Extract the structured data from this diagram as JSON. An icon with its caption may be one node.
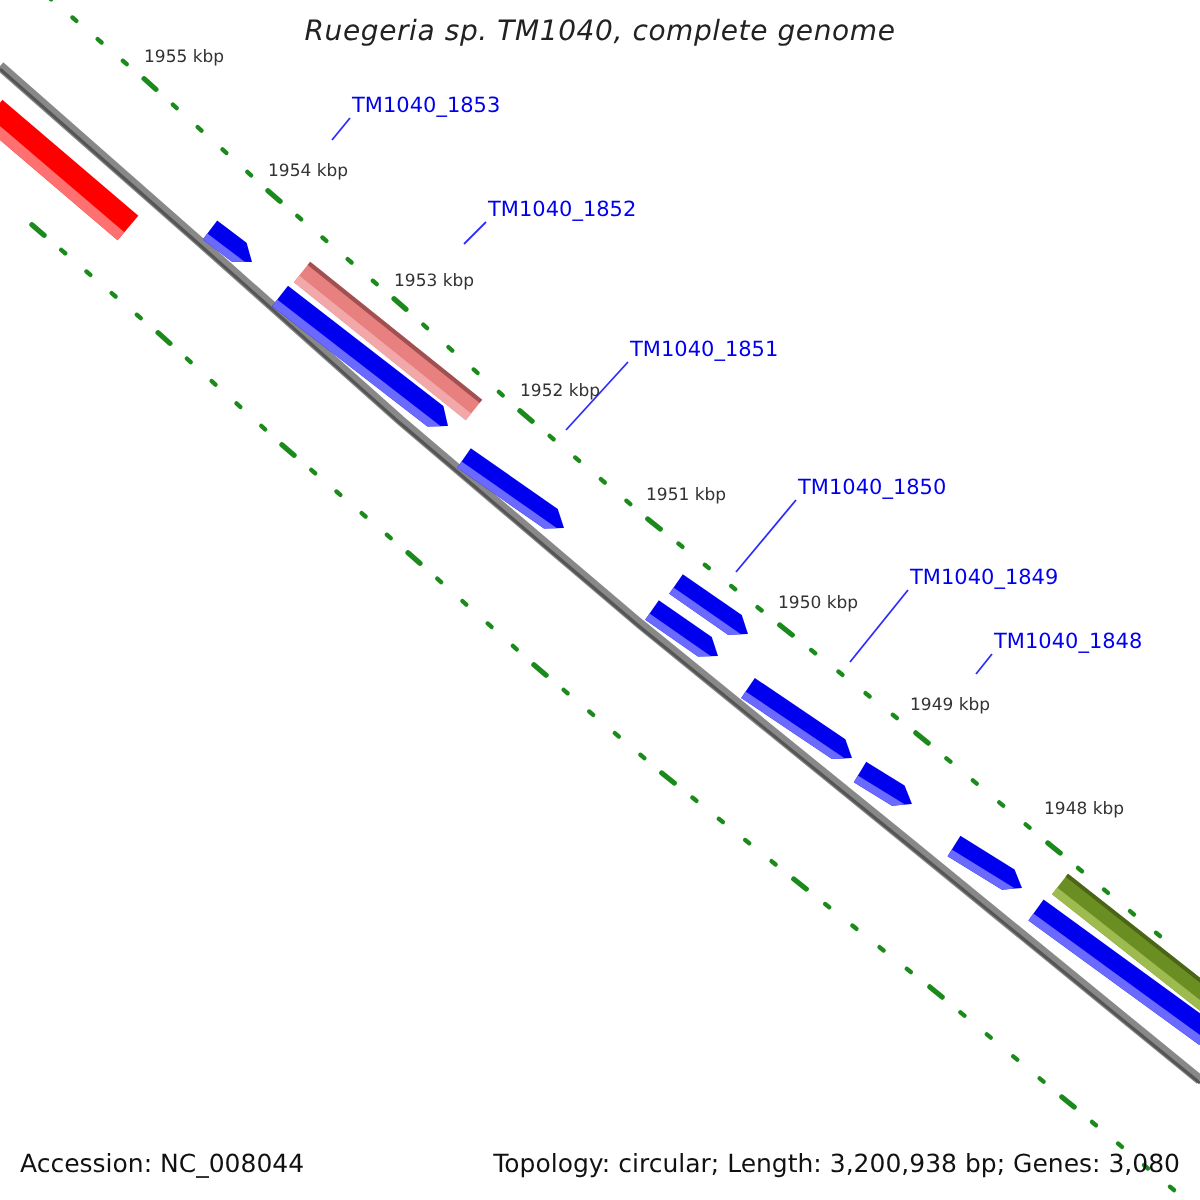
{
  "diagram": {
    "title": "Ruegeria sp. TM1040, complete genome",
    "nodes": [
      {
        "text": [
          "TM1040_1853"
        ]
      },
      {
        "text": [
          "TM1040_1852"
        ]
      },
      {
        "text": [
          "TM1040_1851"
        ]
      },
      {
        "text": [
          "TM1040_1850"
        ]
      },
      {
        "text": [
          "TM1040_1849"
        ]
      },
      {
        "text": [
          "TM1040_1848"
        ]
      }
    ],
    "edges": [
      {
        "from": 0,
        "to": null,
        "arrow": "none"
      },
      {
        "from": 1,
        "to": null,
        "arrow": "none"
      },
      {
        "from": 2,
        "to": null,
        "arrow": "none"
      },
      {
        "from": 3,
        "to": null,
        "arrow": "none"
      },
      {
        "from": 4,
        "to": null,
        "arrow": "none"
      },
      {
        "from": 5,
        "to": null,
        "arrow": "none"
      }
    ],
    "labels": [
      "1955 kbp",
      "1954 kbp",
      "1953 kbp",
      "1952 kbp",
      "1951 kbp",
      "1950 kbp",
      "1949 kbp",
      "1948 kbp",
      "Accession: NC_008044",
      "Topology: circular; Length: 3,200,938 bp; Genes: 3,080"
    ]
  }
}
